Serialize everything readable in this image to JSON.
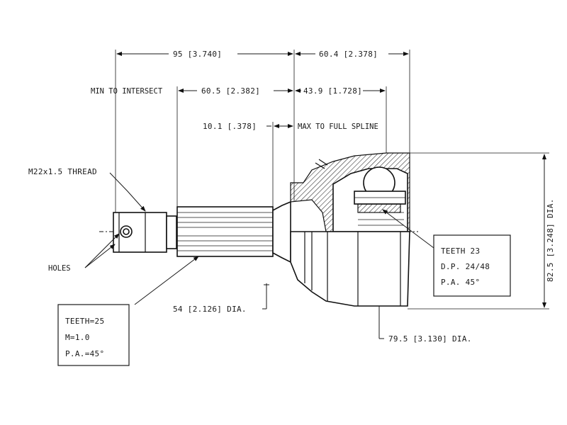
{
  "dimensions": {
    "overall_left": "95 [3.740]",
    "overall_right": "60.4 [2.378]",
    "min_to_intersect_label": "MIN TO INTERSECT",
    "min_to_intersect_value": "60.5 [2.382]",
    "inner_right": "43.9 [1.728]",
    "spline_offset": "10.1 [.378]",
    "max_to_full_spline": "MAX TO FULL SPLINE",
    "thread": "M22x1.5 THREAD",
    "holes": "HOLES",
    "shaft_dia": "54 [2.126] DIA.",
    "bell_dia": "79.5 [3.130] DIA.",
    "outer_dia": "82.5 [3.248] DIA."
  },
  "spec_boxes": {
    "shaft": {
      "line1": "TEETH=25",
      "line2": "M=1.0",
      "line3": "P.A.=45°"
    },
    "bore": {
      "line1": "TEETH 23",
      "line2": "D.P. 24/48",
      "line3": "P.A. 45°"
    }
  }
}
